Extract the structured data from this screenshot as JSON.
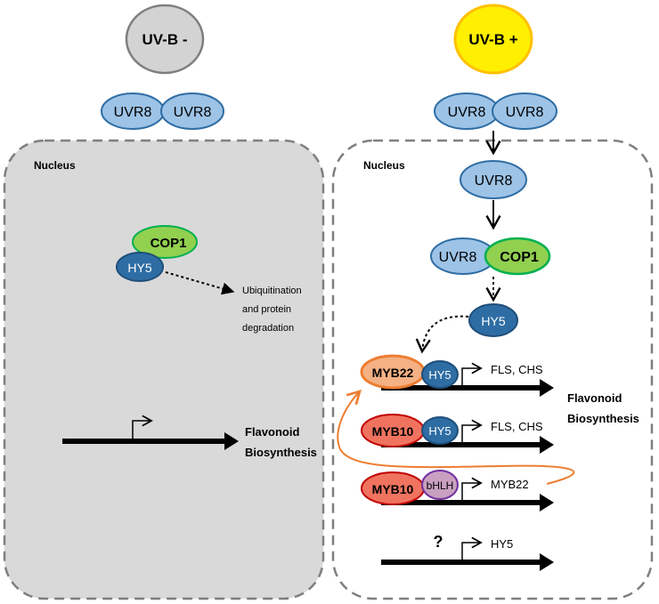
{
  "left_panel": {
    "badge": "UV-B -",
    "dimer": [
      "UVR8",
      "UVR8"
    ],
    "compartment_label": "Nucleus",
    "complex": {
      "cop1": "COP1",
      "hy5": "HY5"
    },
    "degradation_text": [
      "Ubiquitination",
      "and protein",
      "degradation"
    ],
    "output": [
      "Flavonoid",
      "Biosynthesis"
    ]
  },
  "right_panel": {
    "badge": "UV-B +",
    "dimer": [
      "UVR8",
      "UVR8"
    ],
    "compartment_label": "Nucleus",
    "monomer": "UVR8",
    "complex": {
      "uvr8": "UVR8",
      "cop1": "COP1"
    },
    "hy5": "HY5",
    "genes": [
      {
        "factor": "MYB22",
        "partner": "HY5",
        "target": "FLS, CHS"
      },
      {
        "factor": "MYB10",
        "partner": "HY5",
        "target": "FLS, CHS"
      },
      {
        "factor": "MYB10",
        "partner": "bHLH",
        "target": "MYB22"
      },
      {
        "factor": "?",
        "partner": "",
        "target": "HY5"
      }
    ],
    "output": [
      "Flavonoid",
      "Biosynthesis"
    ]
  },
  "colors": {
    "uvb_off": "#d3d3d3",
    "uvb_on": "#ffef00",
    "uvr8": "#9dc3e6",
    "cop1": "#92d050",
    "hy5": "#2e6da4",
    "myb22": "#f4b183",
    "myb10": "#f0735f",
    "bhlh": "#c9a0c0",
    "feedback_arrow": "#ed7d31",
    "nucleus_off": "#d9d9d9"
  }
}
